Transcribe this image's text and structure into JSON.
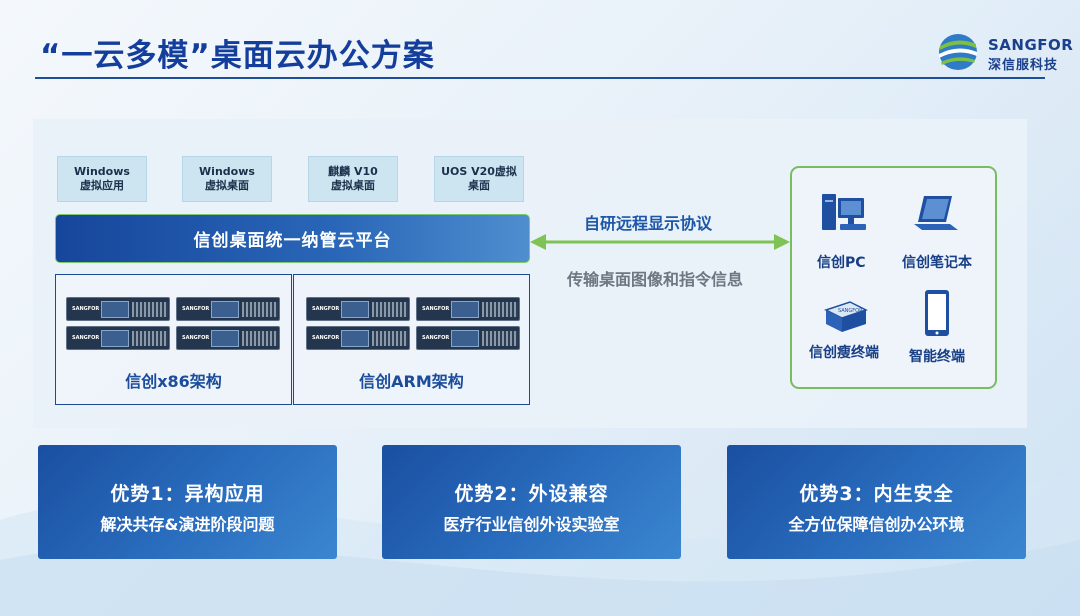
{
  "header": {
    "title": "“一云多模”桌面云办公方案",
    "brand_en": "SANGFOR",
    "brand_cn": "深信服科技"
  },
  "virtual_envs": [
    {
      "line1": "Windows",
      "line2": "虚拟应用"
    },
    {
      "line1": "Windows",
      "line2": "虚拟桌面"
    },
    {
      "line1": "麒麟 V10",
      "line2": "虚拟桌面"
    },
    {
      "line1": "UOS V20虚拟",
      "line2": "桌面"
    }
  ],
  "platform": {
    "label": "信创桌面统一纳管云平台"
  },
  "architectures": [
    {
      "label": "信创x86架构",
      "server_brand": "SANGFOR"
    },
    {
      "label": "信创ARM架构",
      "server_brand": "SANGFOR"
    }
  ],
  "protocol": {
    "top": "自研远程显示协议",
    "bottom": "传输桌面图像和指令信息",
    "arrow_color": "#7ec353"
  },
  "terminals": [
    {
      "label": "信创PC",
      "icon": "desktop-pc-icon"
    },
    {
      "label": "信创笔记本",
      "icon": "laptop-icon"
    },
    {
      "label": "信创瘦终端",
      "icon": "thin-client-icon"
    },
    {
      "label": "智能终端",
      "icon": "tablet-icon"
    }
  ],
  "advantages": [
    {
      "title": "优势1：异构应用",
      "subtitle": "解决共存&演进阶段问题"
    },
    {
      "title": "优势2：外设兼容",
      "subtitle": "医疗行业信创外设实验室"
    },
    {
      "title": "优势3：内生安全",
      "subtitle": "全方位保障信创办公环境"
    }
  ],
  "colors": {
    "title": "#143e9c",
    "platform_bar": "#1f56a6",
    "terminal_border": "#78be5e",
    "advantage_card": "#2a6dbe"
  }
}
